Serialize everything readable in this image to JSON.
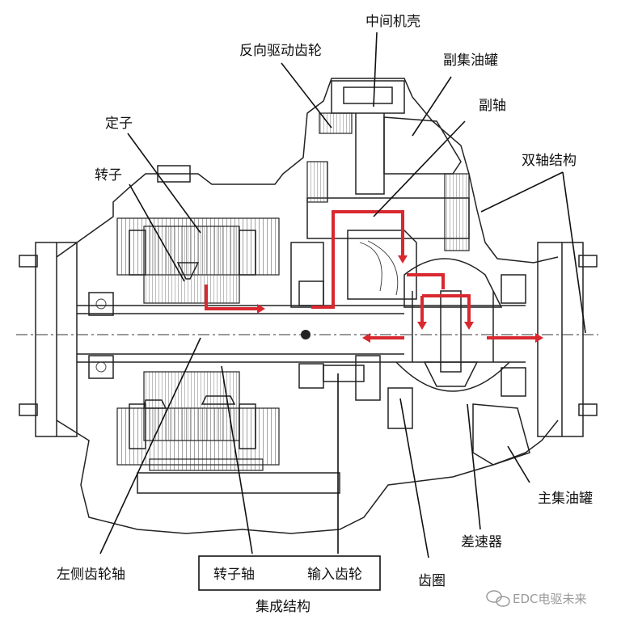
{
  "labels": {
    "middle_housing": "中间机壳",
    "reverse_drive_gear": "反向驱动齿轮",
    "aux_oil_tank": "副集油罐",
    "countershaft": "副轴",
    "stator": "定子",
    "rotor": "转子",
    "dual_shaft": "双轴结构",
    "main_oil_tank": "主集油罐",
    "differential": "差速器",
    "left_gear_shaft": "左侧齿轮轴",
    "rotor_shaft": "转子轴",
    "input_gear": "输入齿轮",
    "ring_gear": "齿圈",
    "integrated_structure": "集成结构"
  },
  "watermark": "EDC电驱未来",
  "colors": {
    "flow_arrow": "#d9282f",
    "line": "#111111",
    "watermark": "#9a9a9a"
  },
  "icons": [
    "wechat-icon"
  ]
}
